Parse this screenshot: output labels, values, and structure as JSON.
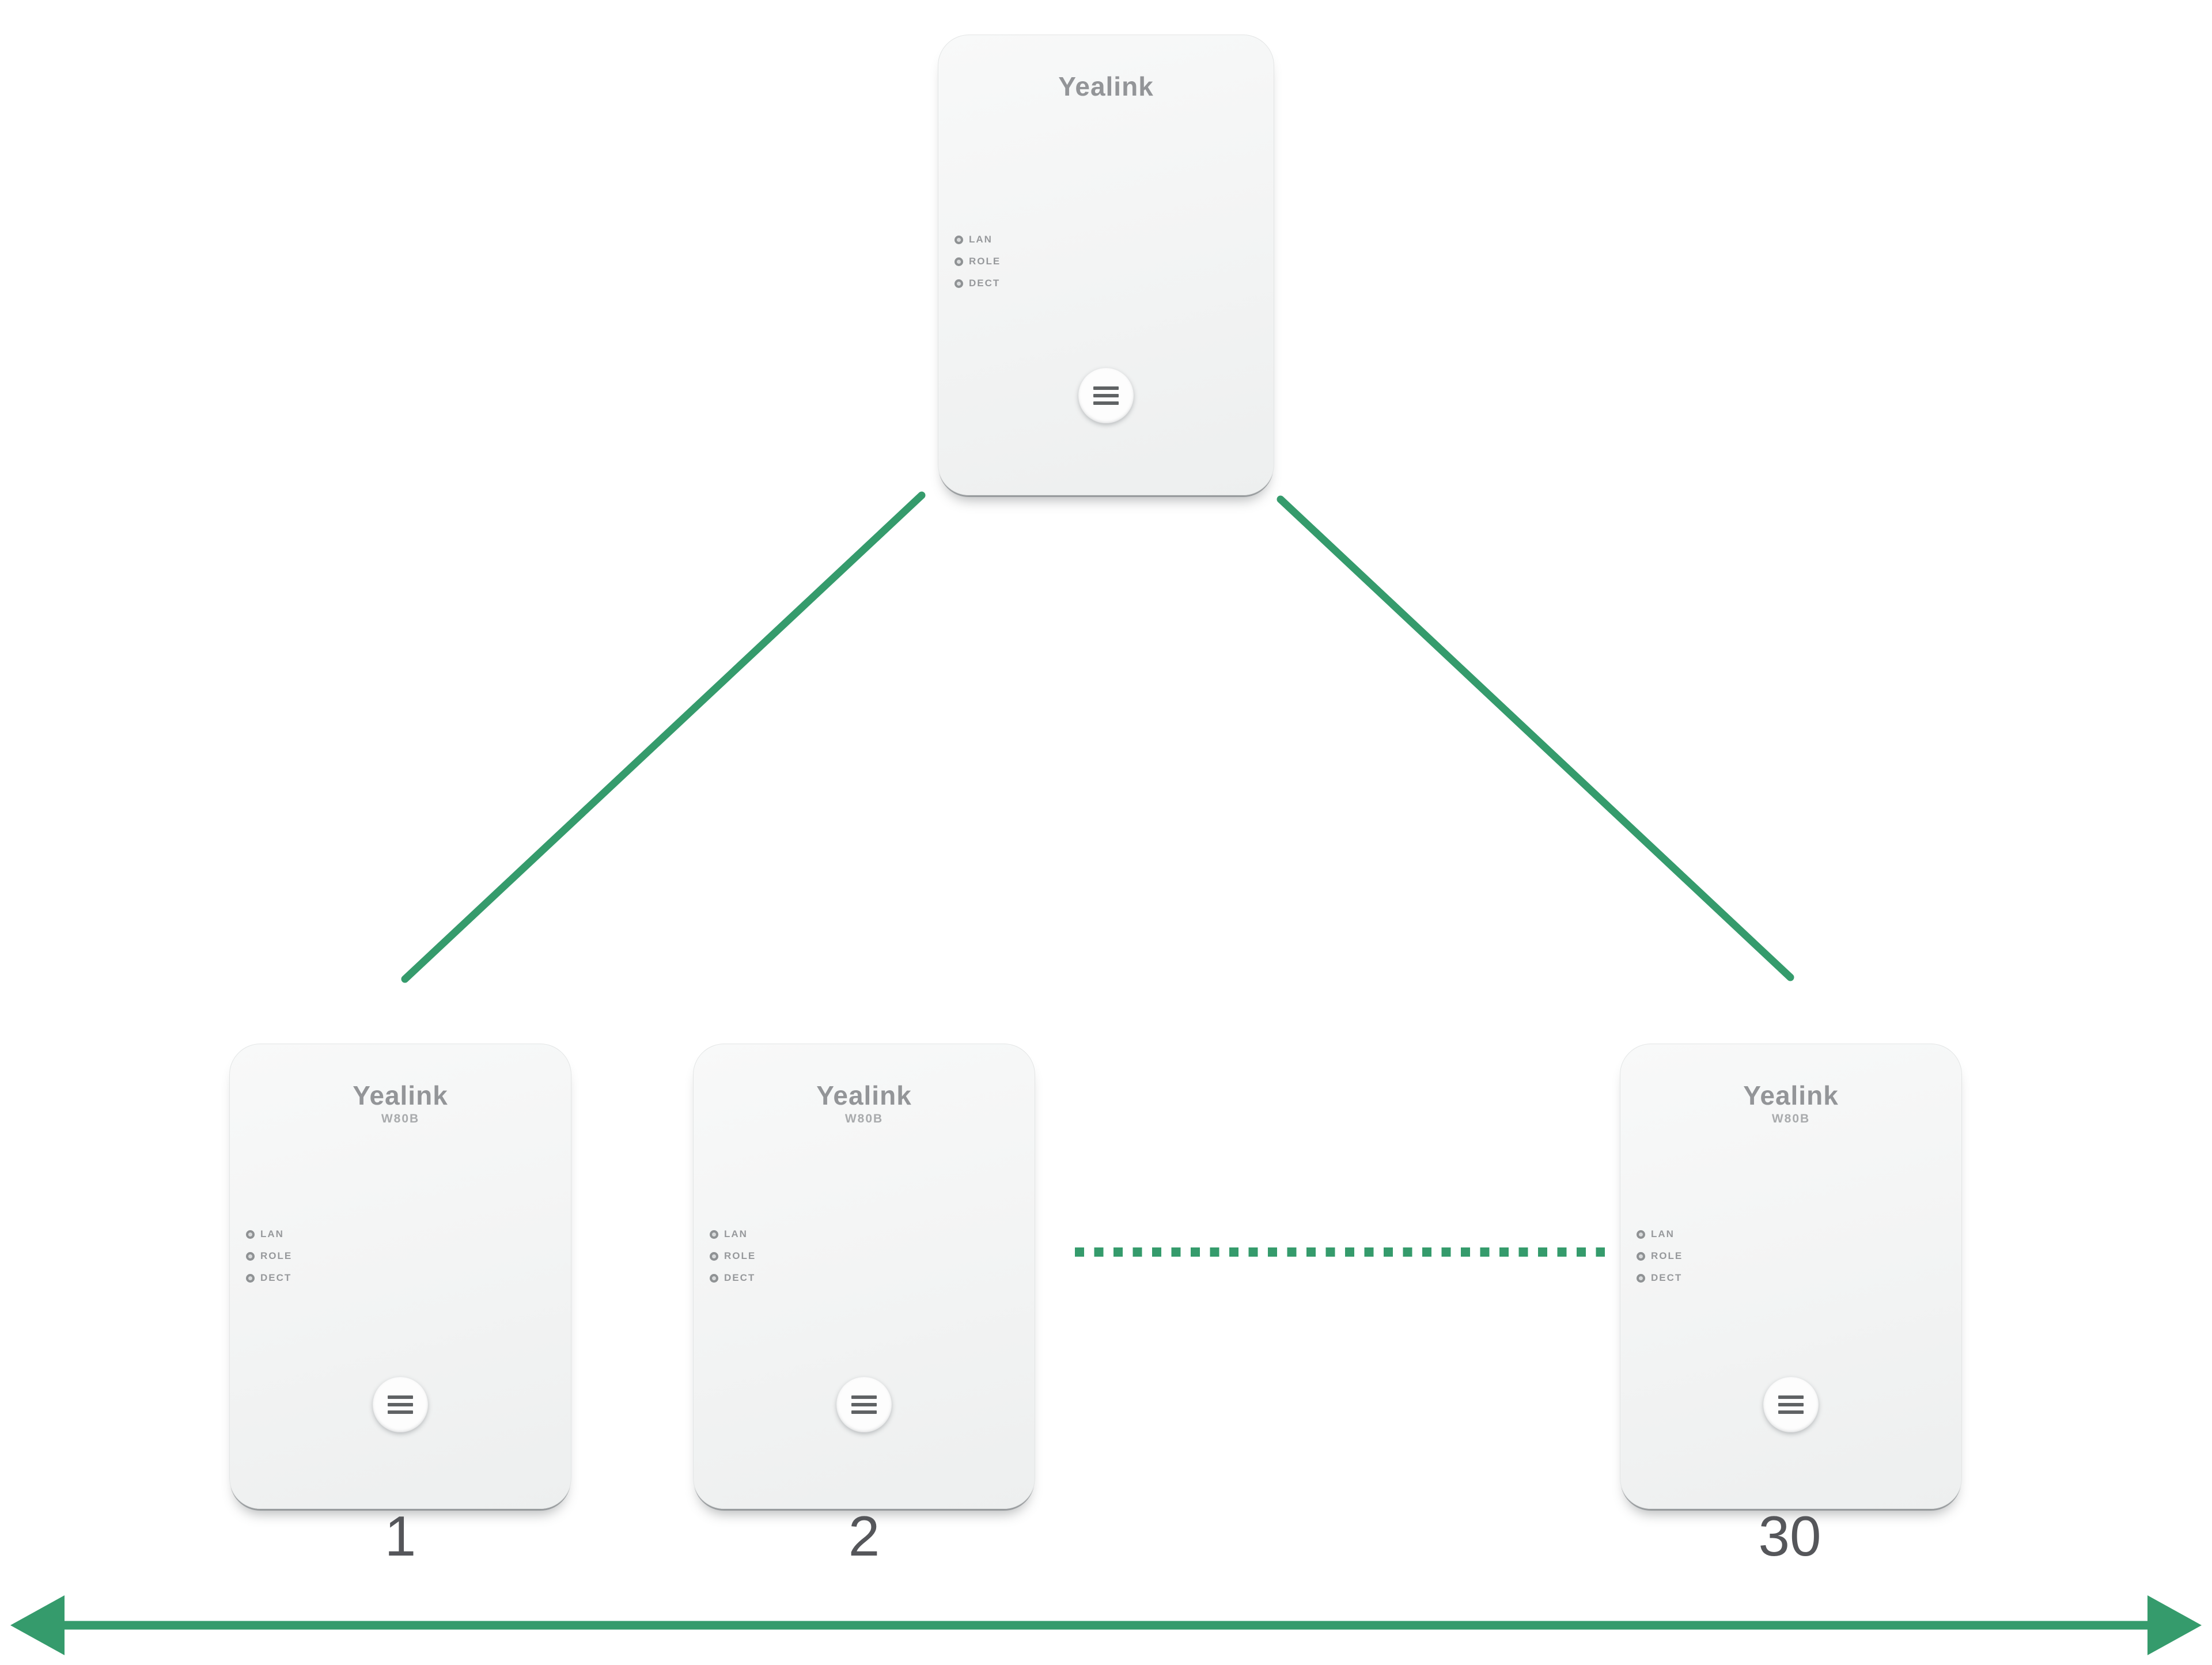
{
  "diagram": {
    "brand": "Yealink",
    "model": "W80B",
    "led_labels": [
      "LAN",
      "ROLE",
      "DECT"
    ],
    "numbers": [
      "1",
      "2",
      "30"
    ],
    "colors": {
      "connector_green": "#359B6C",
      "number_gray": "#55565A",
      "logo_gray": "#939598"
    }
  }
}
